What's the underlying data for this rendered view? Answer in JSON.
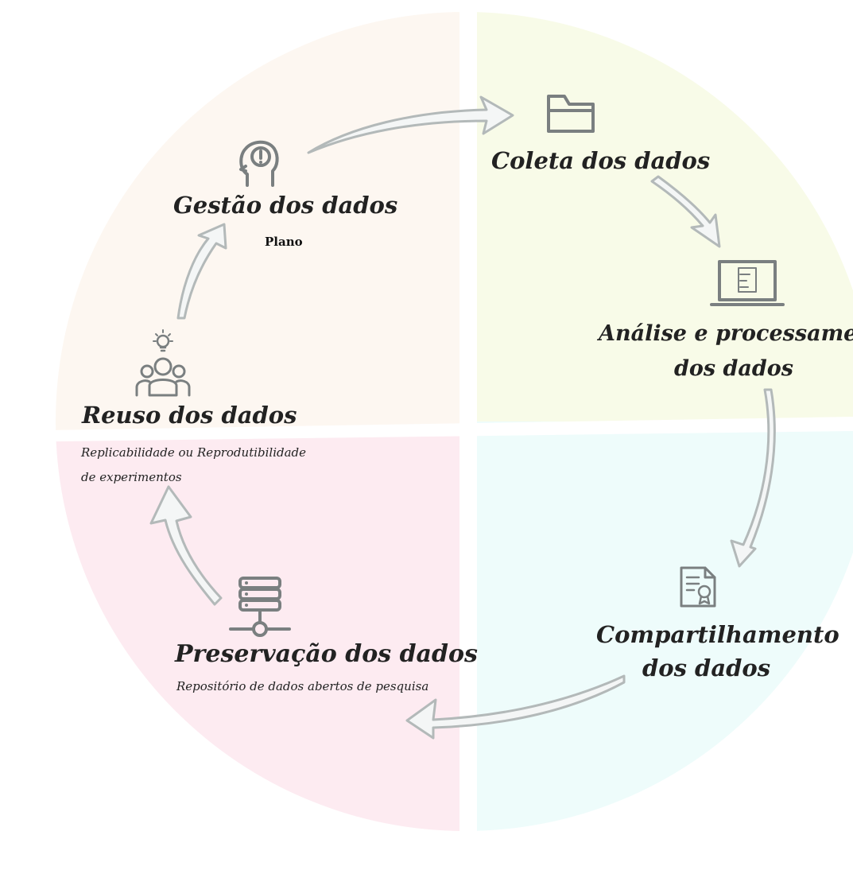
{
  "stages": {
    "gestao": {
      "title": "Gestão dos dados",
      "subtitle": "Plano",
      "icon": "head-exclamation-icon"
    },
    "coleta": {
      "title": "Coleta dos dados",
      "icon": "folder-icon"
    },
    "analise": {
      "title_line1": "Análise e processamento",
      "title_line2": "dos dados",
      "icon": "laptop-icon"
    },
    "compartilhamento": {
      "title_line1": "Compartilhamento",
      "title_line2": "dos dados",
      "icon": "certificate-icon"
    },
    "preservacao": {
      "title": "Preservação dos dados",
      "subtitle": "Repositório de dados abertos de pesquisa",
      "icon": "server-network-icon"
    },
    "reuso": {
      "title": "Reuso dos dados",
      "subtitle_line1": "Replicabilidade ou Reprodutibilidade",
      "subtitle_line2": "de experimentos",
      "icon": "people-idea-icon"
    }
  },
  "colors": {
    "quadrant_top_left": "#fdf7f1",
    "quadrant_top_right": "#f8fbe8",
    "quadrant_bottom_left": "#fdebf1",
    "quadrant_bottom_right": "#eefcfb",
    "icon": "#7a7f80",
    "text": "#222222",
    "arrow_fill": "#f4f6f6",
    "arrow_stroke": "#b3b9b9"
  }
}
